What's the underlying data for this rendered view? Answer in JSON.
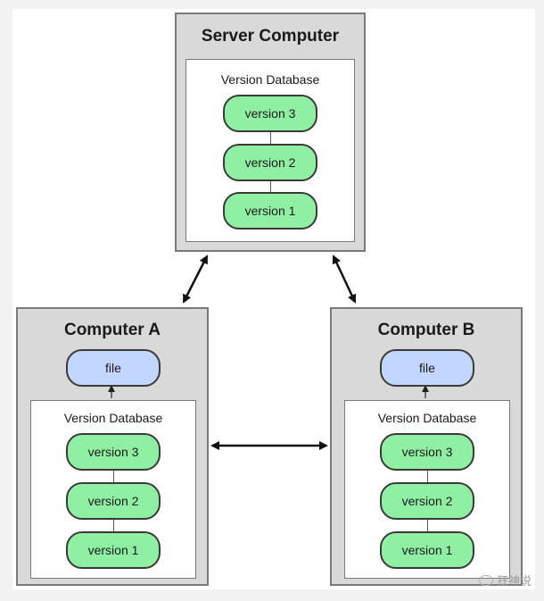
{
  "server": {
    "title": "Server Computer",
    "db_title": "Version Database",
    "versions": [
      "version 3",
      "version 2",
      "version 1"
    ]
  },
  "computer_a": {
    "title": "Computer A",
    "file_label": "file",
    "db_title": "Version Database",
    "versions": [
      "version 3",
      "version 2",
      "version 1"
    ]
  },
  "computer_b": {
    "title": "Computer B",
    "file_label": "file",
    "db_title": "Version Database",
    "versions": [
      "version 3",
      "version 2",
      "version 1"
    ]
  },
  "watermark": "狂神说",
  "colors": {
    "version_fill": "#8ff0a4",
    "file_fill": "#c2d7ff",
    "computer_fill": "#d9d9d9"
  }
}
